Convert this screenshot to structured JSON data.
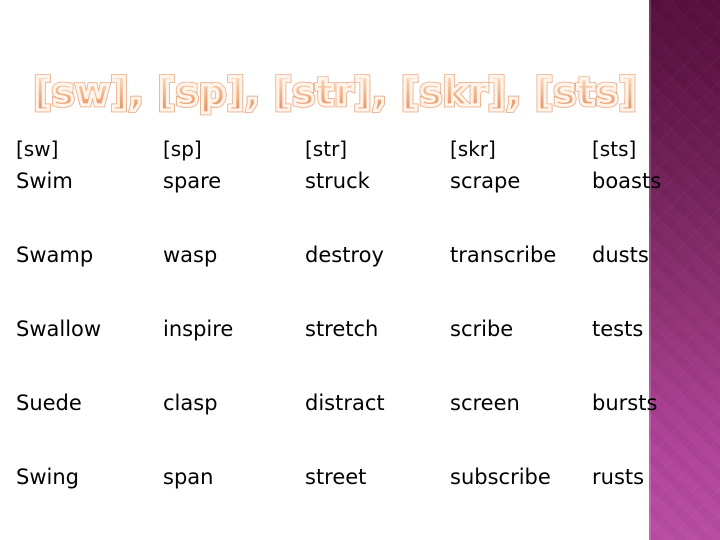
{
  "slide": {
    "title": "[sw], [sp], [str], [skr], [sts]",
    "background_color": "#FFFFFF",
    "title_gradient_top": "#FBE2CD",
    "title_gradient_bottom": "#E68C5C",
    "title_outline_color": "#FFF3EA",
    "band_gradient_top": "#581141",
    "band_gradient_bottom": "#B94EA4"
  },
  "table": {
    "headers": [
      "[sw]",
      "[sp]",
      "[str]",
      "[skr]",
      "[sts]"
    ],
    "rows": [
      [
        "Swim",
        "spare",
        "struck",
        "scrape",
        "boasts"
      ],
      [
        "Swamp",
        "wasp",
        "destroy",
        "transcribe",
        "dusts"
      ],
      [
        "Swallow",
        "inspire",
        "stretch",
        "scribe",
        "tests"
      ],
      [
        "Suede",
        "clasp",
        "distract",
        "screen",
        "bursts"
      ],
      [
        "Swing",
        "span",
        "street",
        "subscribe",
        "rusts"
      ]
    ]
  }
}
